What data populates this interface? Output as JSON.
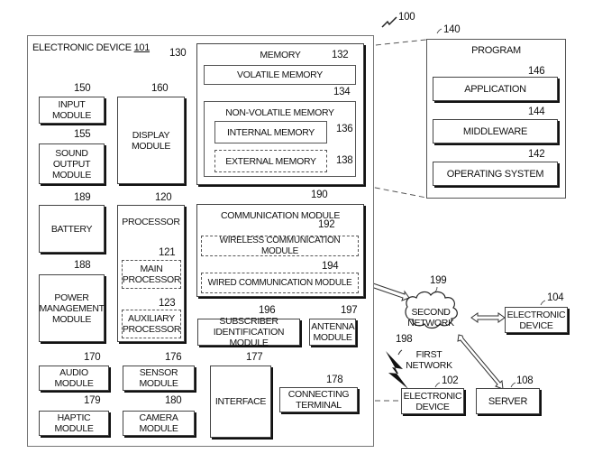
{
  "figure_ref": "100",
  "device": {
    "title": "ELECTRONIC DEVICE ",
    "ref": "101"
  },
  "memory": {
    "ref": "130",
    "title": "MEMORY",
    "volatile": {
      "ref": "132",
      "label": "VOLATILE MEMORY"
    },
    "non_volatile": {
      "ref": "134",
      "label": "NON-VOLATILE MEMORY",
      "internal": {
        "ref": "136",
        "label": "INTERNAL MEMORY"
      },
      "external": {
        "ref": "138",
        "label": "EXTERNAL MEMORY"
      }
    }
  },
  "program": {
    "ref": "140",
    "title": "PROGRAM",
    "application": {
      "ref": "146",
      "label": "APPLICATION"
    },
    "middleware": {
      "ref": "144",
      "label": "MIDDLEWARE"
    },
    "os": {
      "ref": "142",
      "label": "OPERATING SYSTEM"
    }
  },
  "input_module": {
    "ref": "150",
    "label": "INPUT MODULE"
  },
  "display_module": {
    "ref": "160",
    "label": "DISPLAY MODULE"
  },
  "sound_output_module": {
    "ref": "155",
    "label": "SOUND OUTPUT MODULE"
  },
  "battery": {
    "ref": "189",
    "label": "BATTERY"
  },
  "processor": {
    "ref": "120",
    "label": "PROCESSOR",
    "main": {
      "ref": "121",
      "label": "MAIN PROCESSOR"
    },
    "auxiliary": {
      "ref": "123",
      "label": "AUXILIARY PROCESSOR"
    }
  },
  "power_management": {
    "ref": "188",
    "label": "POWER MANAGEMENT MODULE"
  },
  "communication": {
    "ref": "190",
    "label": "COMMUNICATION MODULE",
    "wireless": {
      "ref": "192",
      "label": "WIRELESS COMMUNICATION MODULE"
    },
    "wired": {
      "ref": "194",
      "label": "WIRED COMMUNICATION MODULE"
    }
  },
  "sim": {
    "ref": "196",
    "label": "SUBSCRIBER IDENTIFICATION MODULE"
  },
  "antenna": {
    "ref": "197",
    "label": "ANTENNA MODULE"
  },
  "audio": {
    "ref": "170",
    "label": "AUDIO MODULE"
  },
  "sensor": {
    "ref": "176",
    "label": "SENSOR MODULE"
  },
  "interface": {
    "ref": "177",
    "label": "INTERFACE"
  },
  "haptic": {
    "ref": "179",
    "label": "HAPTIC MODULE"
  },
  "camera": {
    "ref": "180",
    "label": "CAMERA MODULE"
  },
  "connecting_terminal": {
    "ref": "178",
    "label": "CONNECTING TERMINAL"
  },
  "second_network": {
    "ref": "199",
    "label": "SECOND NETWORK"
  },
  "first_network": {
    "ref": "198",
    "label": "FIRST NETWORK"
  },
  "electronic_device_104": {
    "ref": "104",
    "label": "ELECTRONIC DEVICE"
  },
  "electronic_device_102": {
    "ref": "102",
    "label": "ELECTRONIC DEVICE"
  },
  "server": {
    "ref": "108",
    "label": "SERVER"
  }
}
